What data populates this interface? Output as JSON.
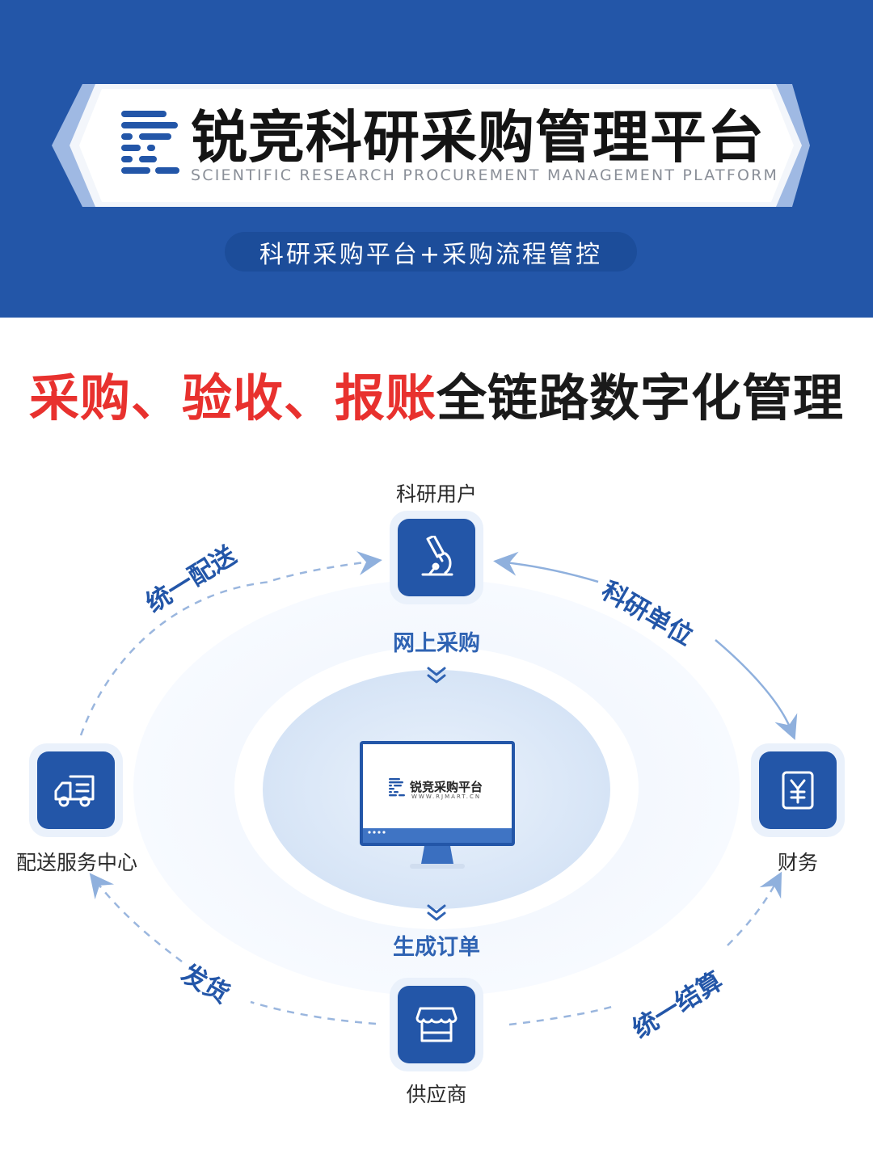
{
  "header": {
    "title": "锐竞科研采购管理平台",
    "subtitle": "SCIENTIFIC RESEARCH PROCUREMENT MANAGEMENT PLATFORM",
    "pill": "科研采购平台+采购流程管控"
  },
  "headline": {
    "red_part": "采购、验收、报账",
    "black_part": "全链路数字化管理"
  },
  "diagram": {
    "nodes": {
      "researcher": "科研用户",
      "finance": "财务",
      "supplier": "供应商",
      "delivery_center": "配送服务中心"
    },
    "flows": {
      "online_purchase": "网上采购",
      "generate_order": "生成订单"
    },
    "arcs": {
      "unified_delivery": "统一配送",
      "research_unit": "科研单位",
      "unified_settlement": "统一结算",
      "shipping": "发货"
    },
    "monitor": {
      "brand": "锐竞采购平台",
      "url": "WWW.RJMART.CN"
    }
  },
  "colors": {
    "brand_blue": "#2356a8",
    "accent_red": "#e8312e",
    "light_blue": "#eaf1fb"
  },
  "icons": {
    "researcher": "microscope-icon",
    "finance": "yuan-document-icon",
    "supplier": "storefront-icon",
    "delivery_center": "truck-icon"
  }
}
